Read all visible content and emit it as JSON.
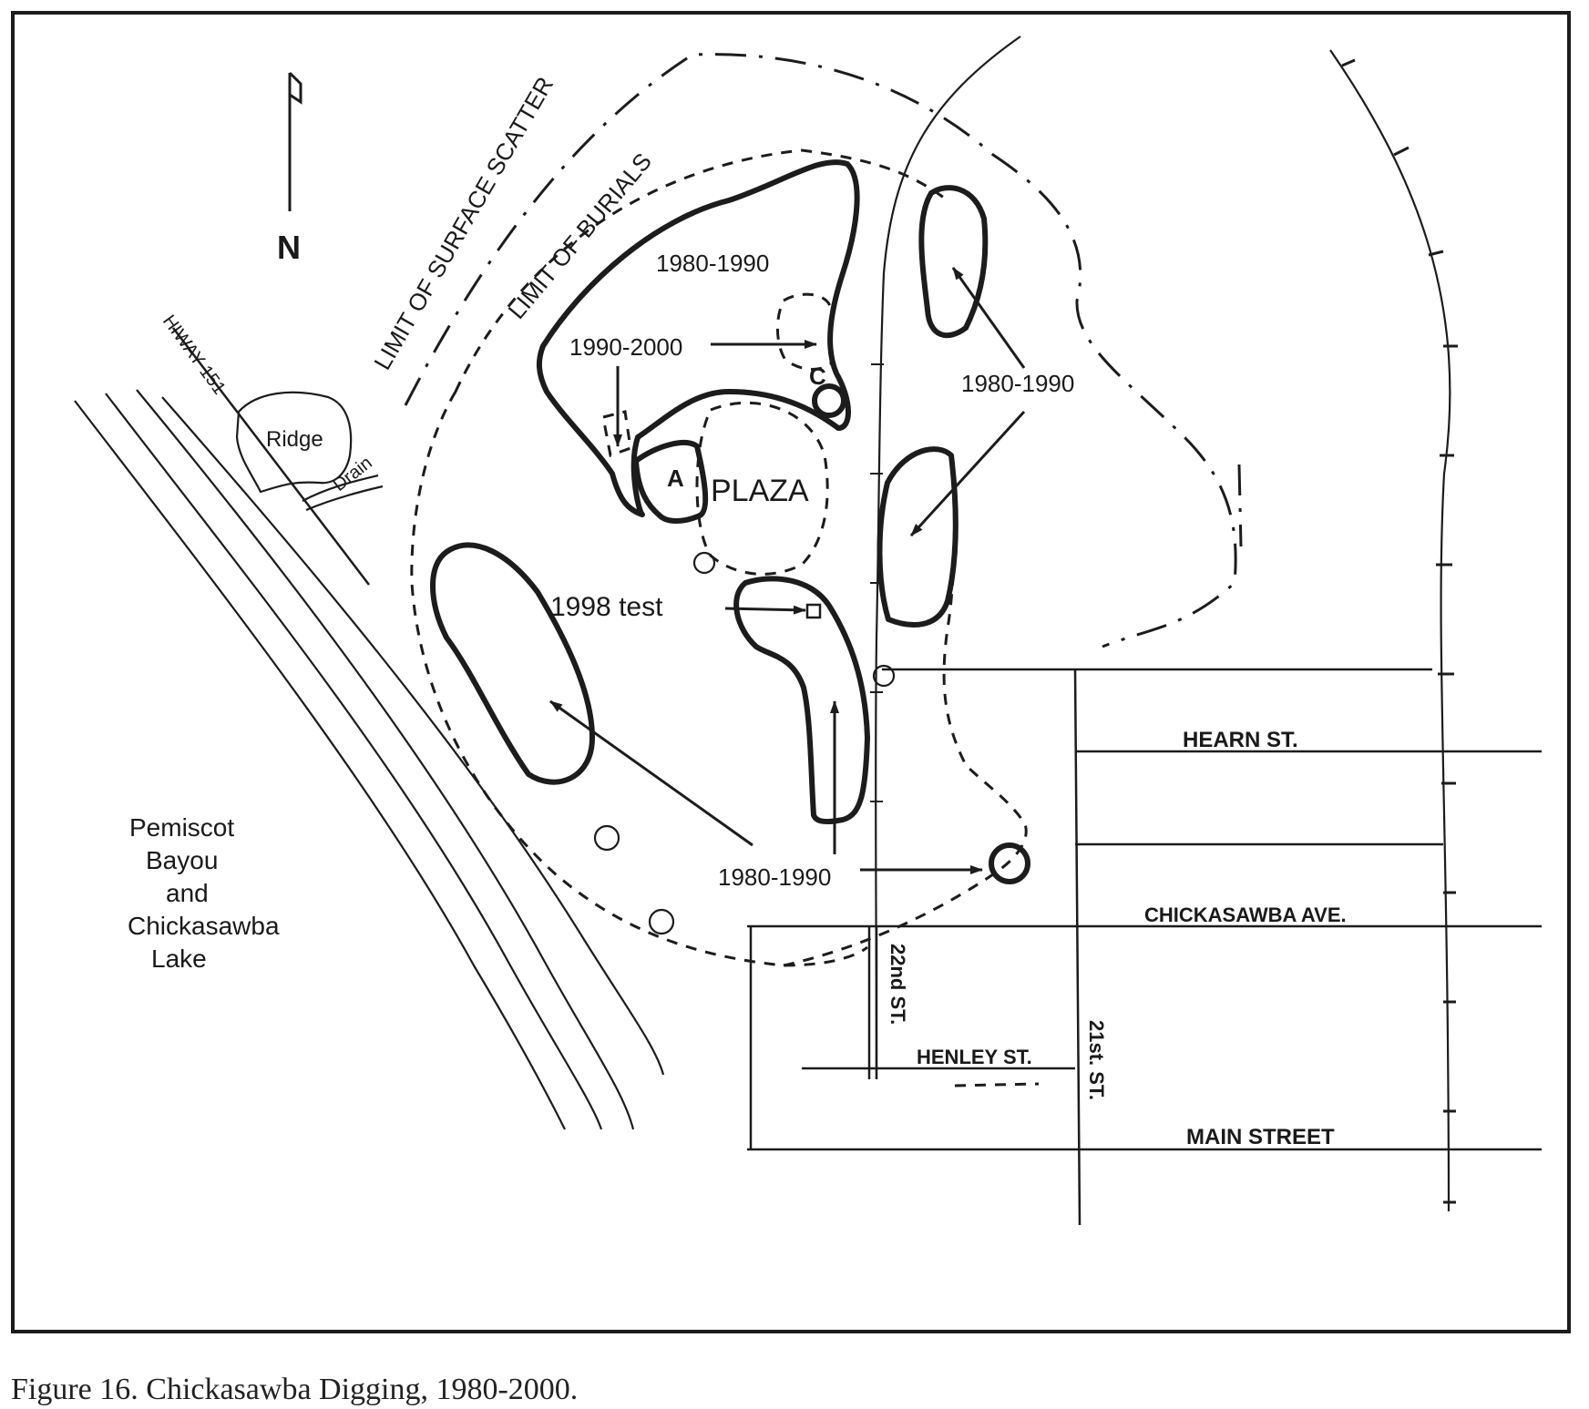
{
  "labels": {
    "north": "N",
    "surface_scatter": "LIMIT OF SURFACE SCATTER",
    "burials": "LIMIT OF BURIALS",
    "hiway": "HIWAY 151",
    "ridge": "Ridge",
    "drain": "Drain",
    "period_top": "1980-1990",
    "period_2000": "1990-2000",
    "period_right": "1980-1990",
    "period_bottom": "1980-1990",
    "mound_a": "A",
    "mound_c": "C",
    "plaza": "PLAZA",
    "test_1998": "1998 test",
    "water_line1": "Pemiscot",
    "water_line2": "Bayou",
    "water_line3": "and",
    "water_line4": "Chickasawba",
    "water_line5": "Lake",
    "hearn": "HEARN ST.",
    "chickasawba_ave": "CHICKASAWBA AVE.",
    "st_22nd": "22nd ST.",
    "henley": "HENLEY ST.",
    "st_21st": "21st. ST.",
    "main": "MAIN STREET"
  },
  "caption": "Figure 16.  Chickasawba Digging, 1980-2000."
}
